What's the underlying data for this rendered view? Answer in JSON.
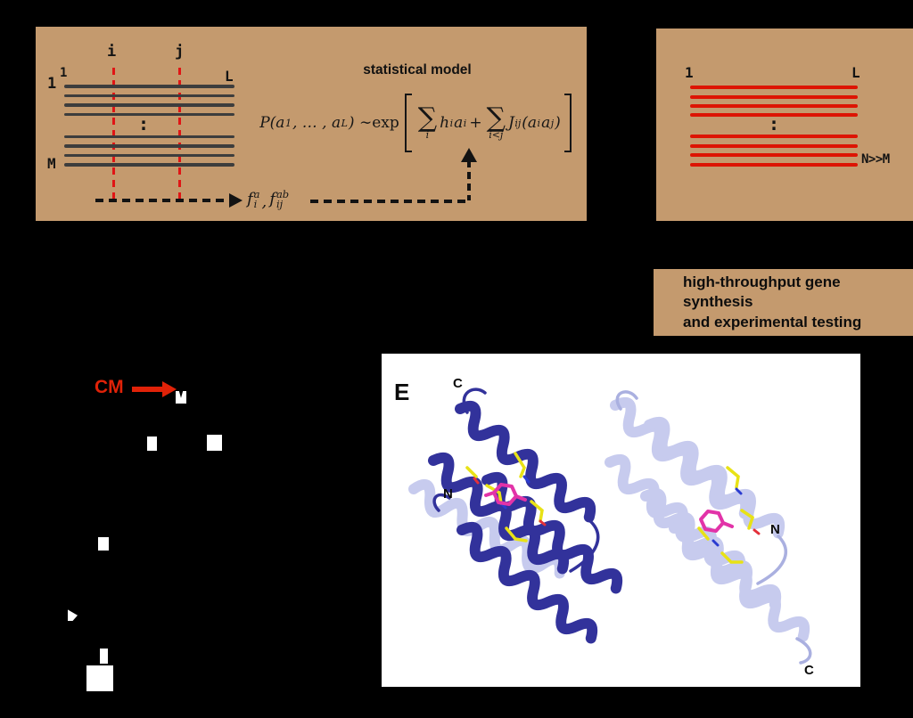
{
  "colors": {
    "background": "#000000",
    "panel_tan": "#c49a6e",
    "msa_line": "#3d3d3d",
    "sampled_line": "#dd1403",
    "guide_red": "#e01515",
    "cm_red": "#e02208",
    "chain_dark": "#32329b",
    "chain_light": "#c7cbee",
    "stick_yellow": "#e8e216",
    "ligand_magenta": "#e233a8"
  },
  "msa_panel": {
    "col_i": "i",
    "col_j": "j",
    "col_first": "1",
    "row_first": "1",
    "col_last": "L",
    "row_last": "M",
    "ellipsis": ":",
    "title": "statistical model",
    "equation": {
      "p1": "P(a",
      "s1": "1",
      "p2": ", … , a",
      "s2": "L",
      "p3": ") ∼ ",
      "exp": "exp",
      "sigma": "∑",
      "sum1_sub": "i",
      "t_h": "h",
      "t_h_sub": "i",
      "t_a1": "a",
      "t_a1_sub": "i",
      "plus": "+",
      "sum2_sub": "i<j",
      "t_J": "J",
      "t_J_sub": "ij",
      "t_p4": "(a",
      "t_a2_sub": "i",
      "t_a3": "a",
      "t_a3_sub": "j",
      "t_p5": ")"
    },
    "freq": {
      "f1": "f",
      "f1_sup": "a",
      "f1_sub": "i",
      "comma": ",",
      "f2": "f",
      "f2_sup": "ab",
      "f2_sub": "ij"
    }
  },
  "sampled_panel": {
    "col_first": "1",
    "col_last": "L",
    "ellipsis": ":",
    "count_label": "N>>M"
  },
  "synthesis_panel": {
    "line1": "high-throughput gene synthesis",
    "line2": "and experimental testing"
  },
  "plot_annotation": {
    "cm_label": "CM"
  },
  "protein_panel": {
    "panel_label": "E",
    "c_top": "C",
    "n_left": "N",
    "n_right": "N",
    "c_bottom": "C"
  }
}
